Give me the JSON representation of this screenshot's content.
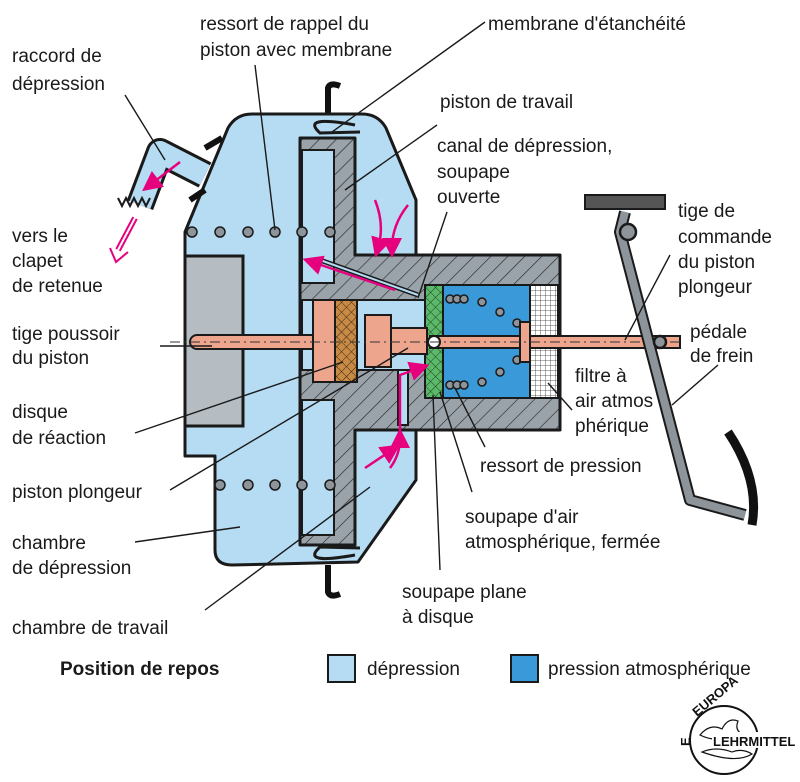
{
  "labels": {
    "ressort_rappel": [
      "ressort de rappel du",
      "piston avec membrane"
    ],
    "membrane": "membrane d'étanchéité",
    "raccord": [
      "raccord de",
      "dépression"
    ],
    "piston_travail": "piston de travail",
    "canal": [
      "canal de dépression,",
      "soupape",
      "ouverte"
    ],
    "vers_clapet": [
      "vers le",
      "clapet",
      "de retenue"
    ],
    "tige_commande": [
      "tige de",
      "commande",
      "du piston",
      "plongeur"
    ],
    "tige_poussoir": [
      "tige poussoir",
      "du piston"
    ],
    "pedale": [
      "pédale",
      "de frein"
    ],
    "filtre": [
      "filtre à",
      "air atmos",
      "phérique"
    ],
    "disque_reaction": [
      "disque",
      "de réaction"
    ],
    "ressort_pression": "ressort de pression",
    "piston_plongeur": "piston plongeur",
    "soupape_air": [
      "soupape d'air",
      "atmosphérique, fermée"
    ],
    "chambre_depression": [
      "chambre",
      "de dépression"
    ],
    "soupape_plane": [
      "soupape plane",
      "à disque"
    ],
    "chambre_travail": "chambre de travail"
  },
  "legend": {
    "title": "Position de repos",
    "items": [
      {
        "label": "dépression",
        "color": "#b6dcf3"
      },
      {
        "label": "pression atmosphérique",
        "color": "#3a9ad9"
      }
    ]
  },
  "logo": {
    "top": "EUROPA",
    "right": "LEHRMITTEL"
  },
  "colors": {
    "vacuum": "#b6dcf3",
    "atmospheric": "#3a9ad9",
    "housing_grey": "#9aa3aa",
    "rod": "#eea58e",
    "reaction_disc": "#c98a45",
    "valve_green": "#5cb86a",
    "airflow_arrow": "#e6007e"
  }
}
